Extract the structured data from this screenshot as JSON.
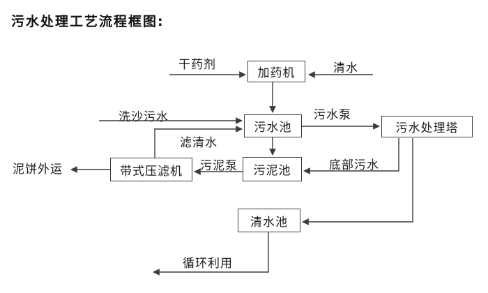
{
  "title": "污水处理工艺流程框图:",
  "colors": {
    "background": "#ffffff",
    "line": "#3c3c3c",
    "box_border": "#3c3c3c",
    "text": "#1c1c1c"
  },
  "chart_data": {
    "type": "flowchart",
    "title": "污水处理工艺流程框图",
    "nodes": {
      "dosing_machine": "加药机",
      "sewage_pool": "污水池",
      "treatment_tower": "污水处理塔",
      "sludge_pool": "污泥池",
      "belt_filter_press": "带式压滤机",
      "clean_water_pool": "清水池"
    },
    "flow_labels": {
      "dry_agent": "干药剂",
      "clean_water": "清水",
      "sand_wash_sewage": "洗沙污水",
      "sewage_pump": "污水泵",
      "filtered_water": "滤清水",
      "sludge_pump": "污泥泵",
      "bottom_sewage": "底部污水",
      "mud_cake_out": "泥饼外运",
      "recycle": "循环利用"
    },
    "edges": [
      {
        "from": null,
        "to": "加药机",
        "label": "干药剂"
      },
      {
        "from": null,
        "to": "加药机",
        "label": "清水"
      },
      {
        "from": "加药机",
        "to": "污水池",
        "label": null
      },
      {
        "from": null,
        "to": "污水池",
        "label": "洗沙污水"
      },
      {
        "from": "带式压滤机",
        "to": "污水池",
        "label": "滤清水"
      },
      {
        "from": "污水池",
        "to": "污水处理塔",
        "label": "污水泵"
      },
      {
        "from": "污水池",
        "to": "污泥池",
        "label": null
      },
      {
        "from": "污水处理塔",
        "to": "污泥池",
        "label": "底部污水"
      },
      {
        "from": "污泥池",
        "to": "带式压滤机",
        "label": "污泥泵"
      },
      {
        "from": "带式压滤机",
        "to": null,
        "label": "泥饼外运"
      },
      {
        "from": "污水处理塔",
        "to": "清水池",
        "label": null
      },
      {
        "from": "清水池",
        "to": null,
        "label": "循环利用"
      }
    ]
  }
}
